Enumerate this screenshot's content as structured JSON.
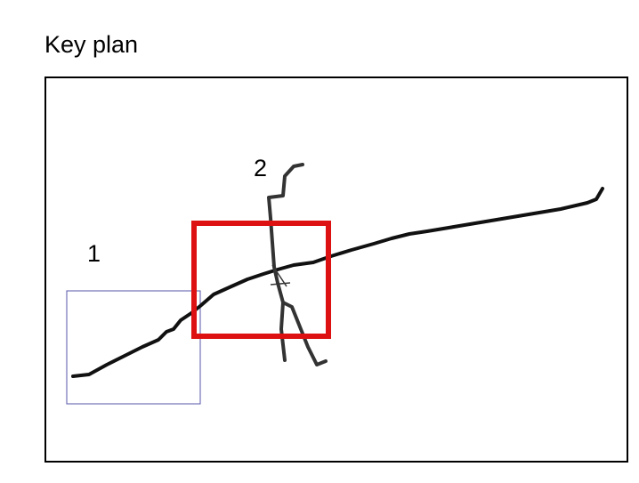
{
  "title": "Key plan",
  "frames": [
    {
      "label": "1",
      "color": "#5555aa"
    },
    {
      "label": "2",
      "color": "#dd1111"
    }
  ],
  "route_color": "#333333",
  "border_color": "#000000"
}
